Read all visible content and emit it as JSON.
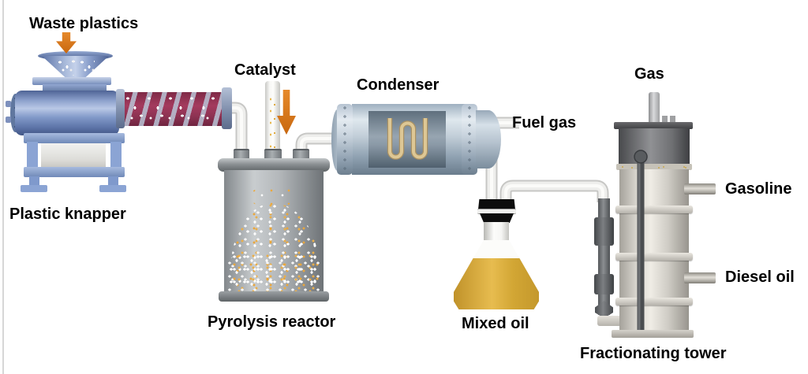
{
  "labels": {
    "waste_plastics": "Waste plastics",
    "plastic_knapper": "Plastic knapper",
    "catalyst": "Catalyst",
    "pyrolysis_reactor": "Pyrolysis reactor",
    "condenser": "Condenser",
    "fuel_gas": "Fuel gas",
    "mixed_oil": "Mixed oil",
    "gas": "Gas",
    "gasoline": "Gasoline",
    "diesel_oil": "Diesel oil",
    "fractionating_tower": "Fractionating tower"
  },
  "flow_connections": [
    {
      "from": "Waste plastics",
      "to": "Plastic knapper"
    },
    {
      "from": "Plastic knapper",
      "to": "Pyrolysis reactor"
    },
    {
      "from": "Catalyst",
      "to": "Pyrolysis reactor"
    },
    {
      "from": "Pyrolysis reactor",
      "to": "Condenser"
    },
    {
      "from": "Condenser",
      "to": "Fuel gas"
    },
    {
      "from": "Condenser",
      "to": "Mixed oil"
    },
    {
      "from": "Mixed oil",
      "to": "Fractionating tower"
    },
    {
      "from": "Fractionating tower",
      "to": "Gas"
    },
    {
      "from": "Fractionating tower",
      "to": "Gasoline"
    },
    {
      "from": "Fractionating tower",
      "to": "Diesel oil"
    }
  ],
  "colors": {
    "background": "#ffffff",
    "label_text": "#000000",
    "flow_arrow_orange": "#d9771e",
    "knapper_blue": "#8ba0cc",
    "conveyor_maroon": "#8e3353",
    "reactor_gray": "#9aa0a4",
    "pellet_orange": "#eaa83e",
    "condenser_steel_blue": "#b9c6d2",
    "condenser_coil_tan": "#d9c592",
    "mixed_oil_gold": "#d9a93a",
    "tower_top_gray": "#6f7073",
    "tower_body_cream": "#d9d6cf",
    "pipe_white": "#f1f1ef"
  }
}
